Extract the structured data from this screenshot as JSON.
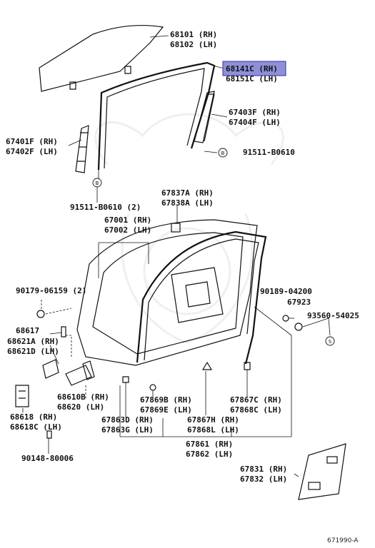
{
  "labels": [
    {
      "id": "68101",
      "line1": "68101 (RH)",
      "line2": "68102 (LH)"
    },
    {
      "id": "68141C",
      "line1": "68141C (RH)",
      "line2": "68151C (LH)",
      "highlight": true
    },
    {
      "id": "67403F",
      "line1": "67403F (RH)",
      "line2": "67404F (LH)"
    },
    {
      "id": "67401F",
      "line1": "67401F (RH)",
      "line2": "67402F (LH)"
    },
    {
      "id": "91511a",
      "line1": "91511-B0610",
      "line2": ""
    },
    {
      "id": "91511b",
      "line1": "91511-B0610 (2)",
      "line2": ""
    },
    {
      "id": "67837A",
      "line1": "67837A (RH)",
      "line2": "67838A (LH)"
    },
    {
      "id": "67001",
      "line1": "67001 (RH)",
      "line2": "67002 (LH)"
    },
    {
      "id": "90179",
      "line1": "90179-06159 (2)",
      "line2": ""
    },
    {
      "id": "90189",
      "line1": "90189-04200",
      "line2": ""
    },
    {
      "id": "67923",
      "line1": "67923",
      "line2": ""
    },
    {
      "id": "93560",
      "line1": "93560-54025",
      "line2": ""
    },
    {
      "id": "68617",
      "line1": "68617",
      "line2": ""
    },
    {
      "id": "68621A",
      "line1": "68621A (RH)",
      "line2": "68621D (LH)"
    },
    {
      "id": "68610B",
      "line1": "68610B (RH)",
      "line2": "68620 (LH)"
    },
    {
      "id": "67869B",
      "line1": "67869B (RH)",
      "line2": "67869E (LH)"
    },
    {
      "id": "67867C",
      "line1": "67867C (RH)",
      "line2": "67868C (LH)"
    },
    {
      "id": "68618",
      "line1": "68618 (RH)",
      "line2": "68618C (LH)"
    },
    {
      "id": "67863D",
      "line1": "67863D (RH)",
      "line2": "67863G (LH)"
    },
    {
      "id": "67867H",
      "line1": "67867H (RH)",
      "line2": "67868L (LH)"
    },
    {
      "id": "67861",
      "line1": "67861 (RH)",
      "line2": "67862 (LH)"
    },
    {
      "id": "90148",
      "line1": "90148-80006",
      "line2": ""
    },
    {
      "id": "67831",
      "line1": "67831 (RH)",
      "line2": "67832 (LH)"
    }
  ],
  "bolt_marker": "B",
  "screw_marker": "S",
  "figure_code": "671990-A",
  "colors": {
    "highlight": "#8f8fd8",
    "ink": "#111111"
  }
}
